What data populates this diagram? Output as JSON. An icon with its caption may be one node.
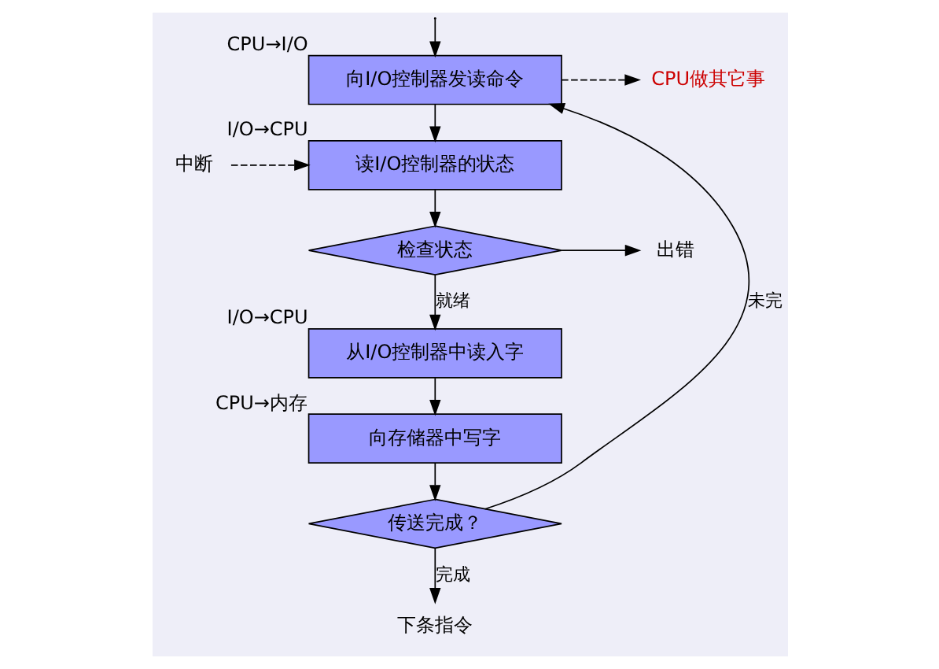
{
  "diagram": {
    "nodes": [
      {
        "text": [
          "向I/O控制器发读命令"
        ],
        "beside": [
          "CPU→I/O"
        ]
      },
      {
        "text": [
          "读I/O控制器的状态"
        ],
        "beside": [
          "I/O→CPU"
        ]
      },
      {
        "text": [
          "检查状态"
        ]
      },
      {
        "text": [
          "从I/O控制器中读入字"
        ],
        "beside": [
          "I/O→CPU"
        ]
      },
      {
        "text": [
          "向存储器中写字"
        ],
        "beside": [
          "CPU→内存"
        ]
      },
      {
        "text": [
          "传送完成？"
        ]
      },
      {
        "text": [
          "CPU做其它事"
        ]
      },
      {
        "text": [
          "中断"
        ]
      },
      {
        "text": [
          "出错"
        ]
      },
      {
        "text": [
          "下条指令"
        ]
      }
    ],
    "edges": [
      {
        "from": null,
        "to": 0,
        "arrow": "to"
      },
      {
        "from": 0,
        "to": 1,
        "arrow": "to"
      },
      {
        "from": 1,
        "to": 2,
        "arrow": "to"
      },
      {
        "from": 2,
        "to": 3,
        "arrow": "to",
        "label": "就绪"
      },
      {
        "from": 3,
        "to": 4,
        "arrow": "to"
      },
      {
        "from": 4,
        "to": 5,
        "arrow": "to"
      },
      {
        "from": 5,
        "to": 0,
        "arrow": "to",
        "label": "未完"
      },
      {
        "from": 0,
        "to": 6,
        "arrow": "to",
        "style": "dashed"
      },
      {
        "from": 7,
        "to": 1,
        "arrow": "to",
        "style": "dashed"
      },
      {
        "from": 2,
        "to": 8,
        "arrow": "to"
      },
      {
        "from": 5,
        "to": 9,
        "arrow": "to",
        "label": "完成"
      }
    ]
  }
}
